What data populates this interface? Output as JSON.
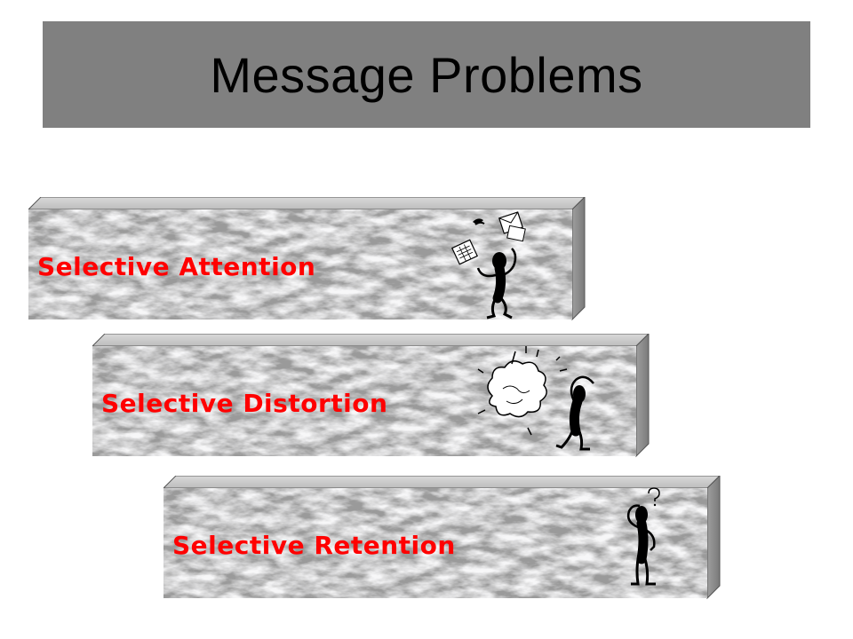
{
  "slide": {
    "title": "Message Problems"
  },
  "colors": {
    "title_bar": "#808080",
    "label": "#ff0000",
    "marble_base": "#e6e6e6"
  },
  "blocks": [
    {
      "label": "Selective Attention",
      "icon": "juggling-figure-icon"
    },
    {
      "label": "Selective Distortion",
      "icon": "confused-cloud-figure-icon"
    },
    {
      "label": "Selective Retention",
      "icon": "head-scratching-figure-icon"
    }
  ]
}
